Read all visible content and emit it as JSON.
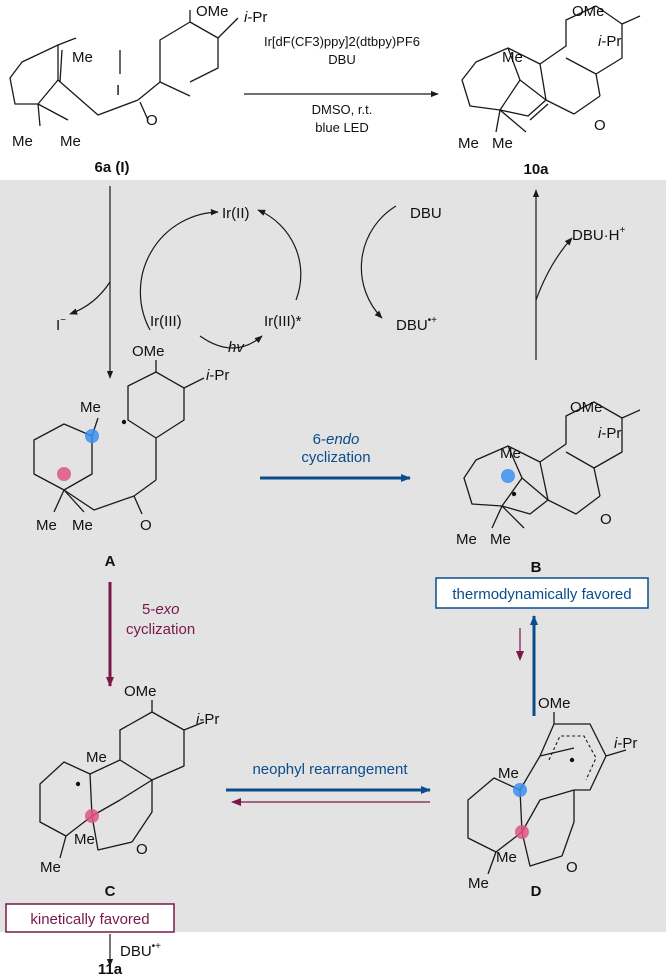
{
  "colors": {
    "panel": "#e3e3e3",
    "blue": "#0a4c8c",
    "crimson": "#7a1848",
    "blue_dot": "#3b8ff0",
    "pink_dot": "#e0567f",
    "ink": "#1a1a1a"
  },
  "top": {
    "sm_label": "6a (I)",
    "product_label": "10a",
    "conditions_catalyst": "Ir[dF(CF3)ppy]2(dtbpy)PF6",
    "conditions_base": "DBU",
    "conditions_solvent": "DMSO, r.t.",
    "conditions_light": "blue LED"
  },
  "substituents": {
    "ome": "OMe",
    "ipr": "i-Pr",
    "me": "Me",
    "o": "O",
    "iodo": "I"
  },
  "cycle": {
    "ir2": "Ir(II)",
    "ir3": "Ir(III)",
    "ir3_excited": "Ir(III)*",
    "dbu": "DBU",
    "dbu_radical_cation": "DBU•+",
    "dbu_h": "DBU·H+",
    "iodide": "I−",
    "hv": "hv"
  },
  "intermediates": {
    "A": "A",
    "B": "B",
    "C": "C",
    "D": "D",
    "final": "11a"
  },
  "steps": {
    "endo_line1": "6-endo",
    "endo_line2": "cyclization",
    "exo_line1": "5-exo",
    "exo_line2": "cyclization",
    "neophyl": "neophyl rearrangement",
    "thermo_box": "thermodynamically favored",
    "kinetic_box": "kinetically favored",
    "final_reagent": "DBU•+"
  }
}
